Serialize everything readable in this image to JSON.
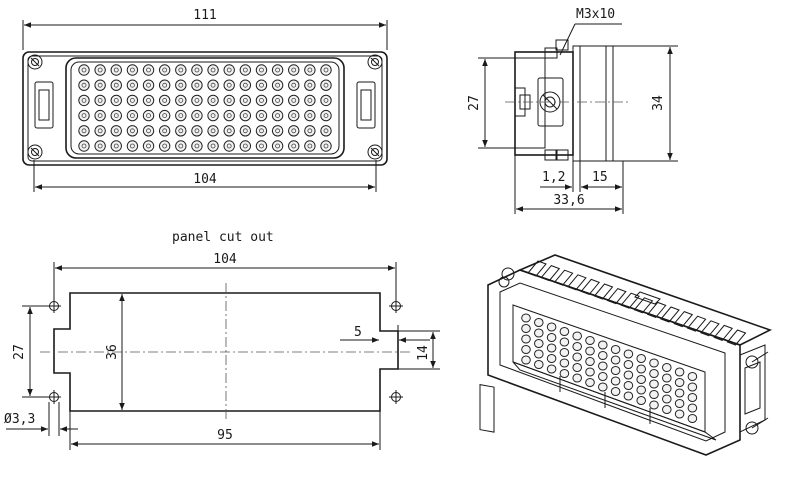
{
  "front_view": {
    "dim_top": "111",
    "dim_bottom": "104"
  },
  "side_view": {
    "dim_screw": "M3x10",
    "dim_height_inner": "27",
    "dim_height_outer": "34",
    "dim_a": "1,2",
    "dim_b": "15",
    "dim_depth": "33,6"
  },
  "panel_cutout": {
    "title": "panel cut out",
    "dim_top": "104",
    "dim_left": "27",
    "dim_height": "36",
    "dim_notch": "5",
    "dim_slot": "14",
    "dim_hole": "Ø3,3",
    "dim_bottom": "95"
  },
  "colors": {
    "line": "#1a1a1a",
    "pin_fill": "#f2f2f2"
  }
}
